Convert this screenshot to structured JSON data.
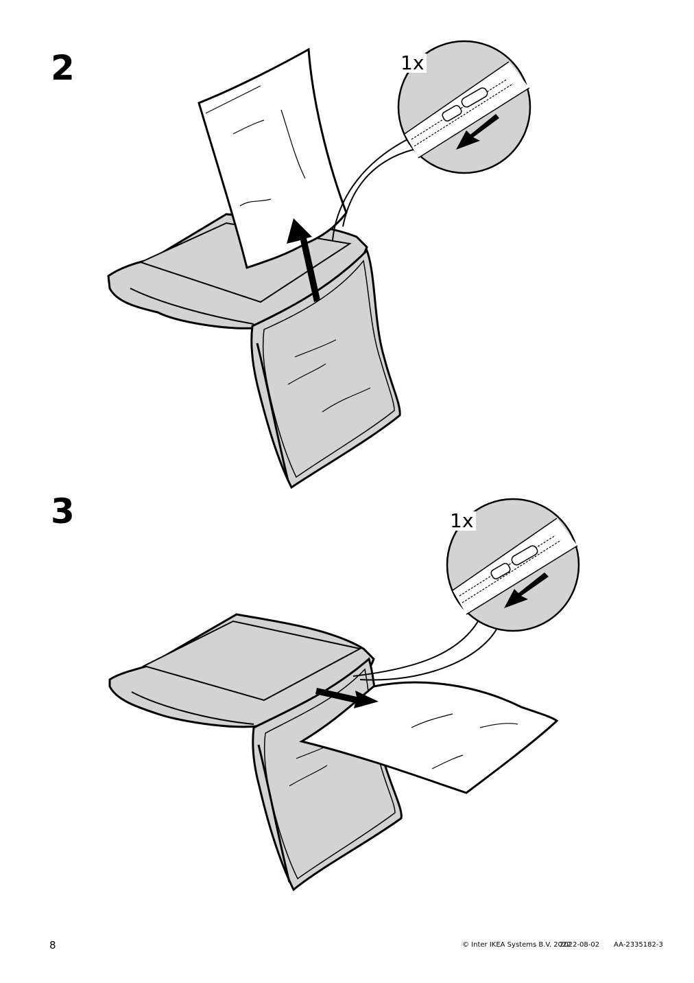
{
  "page": {
    "number": "8"
  },
  "steps": [
    {
      "number": "2",
      "quantity": "1x",
      "icons": [
        "inner-cushion-icon",
        "cushion-cover-icon",
        "zipper-callout-icon",
        "pull-arrow-icon"
      ]
    },
    {
      "number": "3",
      "quantity": "1x",
      "icons": [
        "inner-cushion-icon",
        "cushion-cover-icon",
        "zipper-callout-icon",
        "pull-arrow-icon"
      ]
    }
  ],
  "footer": {
    "copyright": "© Inter IKEA Systems B.V. 2022",
    "date": "2022-08-02",
    "doc_id": "AA-2335182-3"
  },
  "colors": {
    "fabric_gray": "#d3d3d3",
    "outline": "#000000",
    "paper": "#ffffff"
  }
}
